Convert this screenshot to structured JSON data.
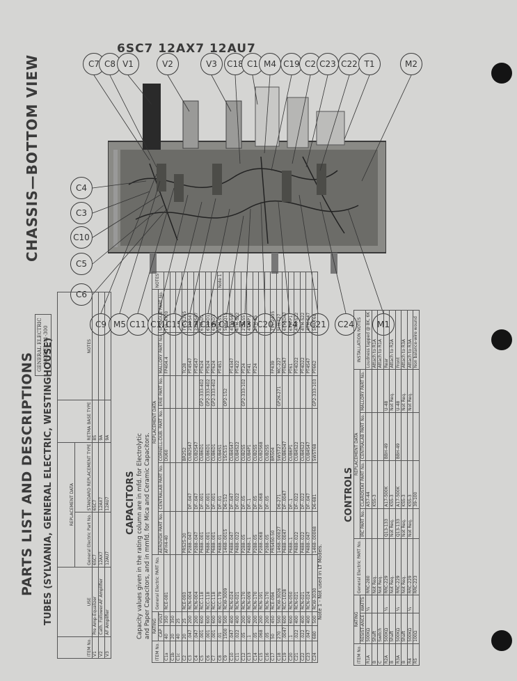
{
  "header": {
    "tube_types": "6SC7  12AX7  12AU7"
  },
  "titles": {
    "chassis": "CHASSIS—BOTTOM VIEW",
    "parts": "PARTS LIST AND DESCRIPTIONS",
    "tubes": "TUBES (SYLVANIA, GENERAL ELECTRIC, WESTINGHOUSE)",
    "capacitors": "CAPACITORS",
    "controls": "CONTROLS"
  },
  "model_box": {
    "line1": "GENERAL ELECTRIC",
    "line2": "MODEL A1-300"
  },
  "callouts_top": [
    "C7",
    "C8",
    "V1",
    "V2",
    "V3",
    "C18",
    "C1",
    "M4",
    "C19",
    "C2",
    "C23",
    "C22",
    "T1",
    "M2"
  ],
  "callouts_left": [
    "C4",
    "C3",
    "C10",
    "C5",
    "C6"
  ],
  "callouts_bottom": [
    "C9",
    "M5",
    "C11",
    "C12",
    "C15",
    "C17",
    "C16",
    "C13",
    "M3",
    "C20",
    "C14",
    "C21",
    "C24",
    "M1"
  ],
  "capacity_note": {
    "line1": "Capacity values given in the rating column are in mfd. for Electrolytic",
    "line2": "and Paper Capacitors, and in mmfd. for Mica and Ceramic Capacitors."
  },
  "note_1": "Note 1 - Not used in LT Models.",
  "tubes_table": {
    "headers": [
      "ITEM No.",
      "USE",
      "General Electric Part No.",
      "STANDARD REPLACEMENT TYPE",
      "RETMA BASE TYPE",
      "NOTES"
    ],
    "group_header": "REPLACEMENT DATA",
    "rows": [
      [
        "V1",
        "Pre Amp-Equalizer",
        "6SC7",
        "6SC7",
        "8S",
        ""
      ],
      [
        "V2",
        "Cath. Follower-AF Amplifier",
        "12AX7",
        "12AX7",
        "9A",
        ""
      ],
      [
        "V3",
        "AF Amplifier",
        "12AU7",
        "12AU7",
        "9A",
        ""
      ]
    ]
  },
  "caps_table": {
    "group_header": "REPLACEMENT DATA",
    "headers": [
      "ITEM No.",
      "CAP",
      "VOLT",
      "General Electric PART No.",
      "AEROVOX PART No.",
      "CENTRALAB PART No.",
      "CORNELL-DUB. PART No.",
      "ERIE PART No.",
      "MALLORY PART No.",
      "SPRAGUE PART No.",
      "NOTES"
    ],
    "rating_header": "RATING",
    "rows": [
      [
        "C1a",
        "40",
        "350",
        "RCE-081",
        "AFH4-40",
        "",
        "DU60",
        "",
        "FP404.4",
        "TVL-4720",
        ""
      ],
      [
        "C1b",
        "20",
        "350",
        "",
        "",
        "",
        "",
        "",
        "",
        "",
        ""
      ],
      [
        "C1c",
        "40",
        "25",
        "",
        "",
        "",
        "",
        "",
        "",
        "",
        ""
      ],
      [
        "C2",
        "20",
        "25",
        "RCE-093",
        "PRS25-20",
        "",
        "BR252",
        "",
        "TC28",
        "TVL-1205",
        ""
      ],
      [
        "C3",
        ".047",
        "200",
        "RCN-004",
        "P288-.047",
        "DF-.047",
        "CUB2S47",
        "",
        "PT4547",
        "2TM-S47",
        ""
      ],
      [
        "C4",
        ".047",
        "200",
        "RCN-004",
        "P288-.047",
        "DF-.047",
        "CUB2S47",
        "",
        "PT4547",
        "2TM-S47",
        ""
      ],
      [
        "C5",
        ".001",
        "600",
        "RCC-118",
        "P688-.001",
        "DF-.001",
        "CUB6D1",
        "GP2-333-402",
        "PT624",
        "6TM-D1",
        ""
      ],
      [
        "C6",
        ".001",
        "600",
        "RCC-118",
        "P688-.001",
        "DF-.001",
        "CUB6D1",
        "GP2-333-402",
        "PT624",
        "6TM-D1",
        ""
      ],
      [
        "C7",
        ".001",
        "600",
        "RCC-118",
        "P688-.001",
        "DF-.001",
        "CUB6D1",
        "GP2-333-402",
        "PT624",
        "6TM-D1",
        ""
      ],
      [
        "C8",
        ".01",
        "400",
        "RCC-179",
        "P488-.01",
        "DF-.01",
        "CUB4S1",
        "",
        "PT4S1",
        "4TM-S1",
        "Note 1"
      ],
      [
        "C9",
        "1500",
        "500",
        "RCW-3009",
        "1468-.0015",
        "D6-152",
        "1SCS15",
        "OP2-152",
        "",
        "5HK-Q15",
        ""
      ],
      [
        "C10",
        ".047",
        "400",
        "RCN-024",
        "P488-.047",
        "DF-.047",
        "CUB4S47",
        "",
        "PT4347",
        "4TM-S47",
        ""
      ],
      [
        "C11",
        ".022",
        "400",
        "RCN-021",
        "P488-.022",
        "DF-.022",
        "CUB4S22",
        "",
        "PT422",
        "4TM-S22",
        ""
      ],
      [
        "C12",
        ".05",
        "200",
        "RCN-170",
        "P288-.05",
        "DF-.05",
        "CUB2S5",
        "GP2-333-102",
        "PT24",
        "2TM-S5",
        ""
      ],
      [
        "C13",
        ".1",
        "400",
        "RCN-009",
        "P488-.1",
        "DF-.1",
        "CUB4P1",
        "",
        "PT41",
        "4TM-P1",
        ""
      ],
      [
        "C14",
        ".05",
        "200",
        "RCN-170",
        "P288-.05",
        "DF-.05",
        "CUB2S5",
        "",
        "PT24",
        "2TM-S5",
        ""
      ],
      [
        "C15",
        ".068",
        "200",
        "RCN-191",
        "P288-.068",
        "DF-.068",
        "CUB2S68",
        "",
        "",
        "",
        ""
      ],
      [
        "C16",
        ".05",
        "200",
        "RCN-170",
        "P288-.05",
        "DF-.05",
        "CUB2S5",
        "",
        "",
        "",
        ""
      ],
      [
        "C17",
        "50",
        "450",
        "RCE-094",
        "PRS450-50",
        "",
        "BR504",
        "",
        "FP439",
        "TVL-2435",
        ""
      ],
      [
        "C18",
        "270",
        "500",
        "RCW-3026",
        "1468-.00027",
        "D6-271",
        "5W5T27",
        "GP2K-271",
        "MC-227",
        "5HK-T27",
        ""
      ],
      [
        "C19",
        ".0047",
        "600",
        "RCC-1028",
        "P688-.0047",
        "DF-.0047",
        "CUB6D47",
        "",
        "PT6D47",
        "6TM-D47",
        ""
      ],
      [
        "C20",
        ".1",
        "600",
        "RCN-050",
        "P688-.1",
        "DF-.1",
        "CUB6P1",
        "",
        "PT61",
        "6TM-P1",
        ""
      ],
      [
        "C21",
        ".022",
        "400",
        "RCN-021",
        "P488-.022",
        "DF-.022",
        "CUB4S22",
        "",
        "PT4D22",
        "4TM-S22",
        ""
      ],
      [
        "C22",
        ".022",
        "400",
        "RCN-021",
        "P488-.022",
        "DF-.022",
        "CUB4S22",
        "",
        "PT4D22",
        "4TM-S22",
        ""
      ],
      [
        "C23",
        ".047",
        "400",
        "RCN-024",
        "P488-.047",
        "DF-.047",
        "CUB4S47",
        "",
        "PT4S47",
        "4TM-S47",
        ""
      ],
      [
        "C24",
        "680",
        "500",
        "RCW-3030",
        "1468-.00068",
        "D6-681",
        "5W5T68",
        "GP2-333-103",
        "PT662",
        "5HK-T68",
        ""
      ]
    ]
  },
  "controls_table": {
    "group_header": "REPLACEMENT DATA",
    "rating_header": "RATING",
    "headers": [
      "ITEM No.",
      "RESIST-ANCE",
      "WATTS",
      "General Electric PART No.",
      "IRC PART No.",
      "CLAROSTAT PART No.",
      "CENTRALAB PART No.",
      "MALLORY PART No.",
      "INSTALLATION NOTES"
    ],
    "rows": [
      [
        "R1A",
        "500KΩ",
        "¼",
        "RRC-280",
        "",
        "A57-44",
        "",
        "",
        "Loudness tapped @ 8K, 6K"
      ],
      [
        "B",
        "Shaft",
        "",
        "Not Req.",
        "",
        "KSS-3",
        "",
        "",
        "Attach to R1A"
      ],
      [
        "C",
        "Switch",
        "",
        "Not Req.",
        "",
        "",
        "",
        "",
        "Attach to R1A"
      ],
      [
        "R2A",
        "500KΩ",
        "¼",
        "RRC-229",
        "Q13-133",
        "A17-500K",
        "BBH-49",
        "U-48",
        "Rear"
      ],
      [
        "B",
        "Shaft",
        "",
        "Not Req.",
        "Not Req.",
        "KSS-3",
        "",
        "Not Req.",
        "Attach to R2A"
      ],
      [
        "R3A",
        "500KΩ",
        "¼",
        "RRC-229",
        "Q13-133",
        "A17-500K",
        "BBH-49",
        "U-48",
        "Front"
      ],
      [
        "B",
        "Shaft",
        "",
        "Not Req.",
        "Not Req.",
        "KSS-3",
        "",
        "Not Req.",
        "Attach to R3A"
      ],
      [
        "R4",
        "500KΩ",
        "¼",
        "RRC-229",
        "Not Req.",
        "KSS-3",
        "",
        "Not Req.",
        "Attach to R3A"
      ],
      [
        "R5",
        "100Ω",
        "",
        "RRC-223",
        "",
        "39-100",
        "",
        "",
        "Non balance-wire wound"
      ]
    ]
  }
}
